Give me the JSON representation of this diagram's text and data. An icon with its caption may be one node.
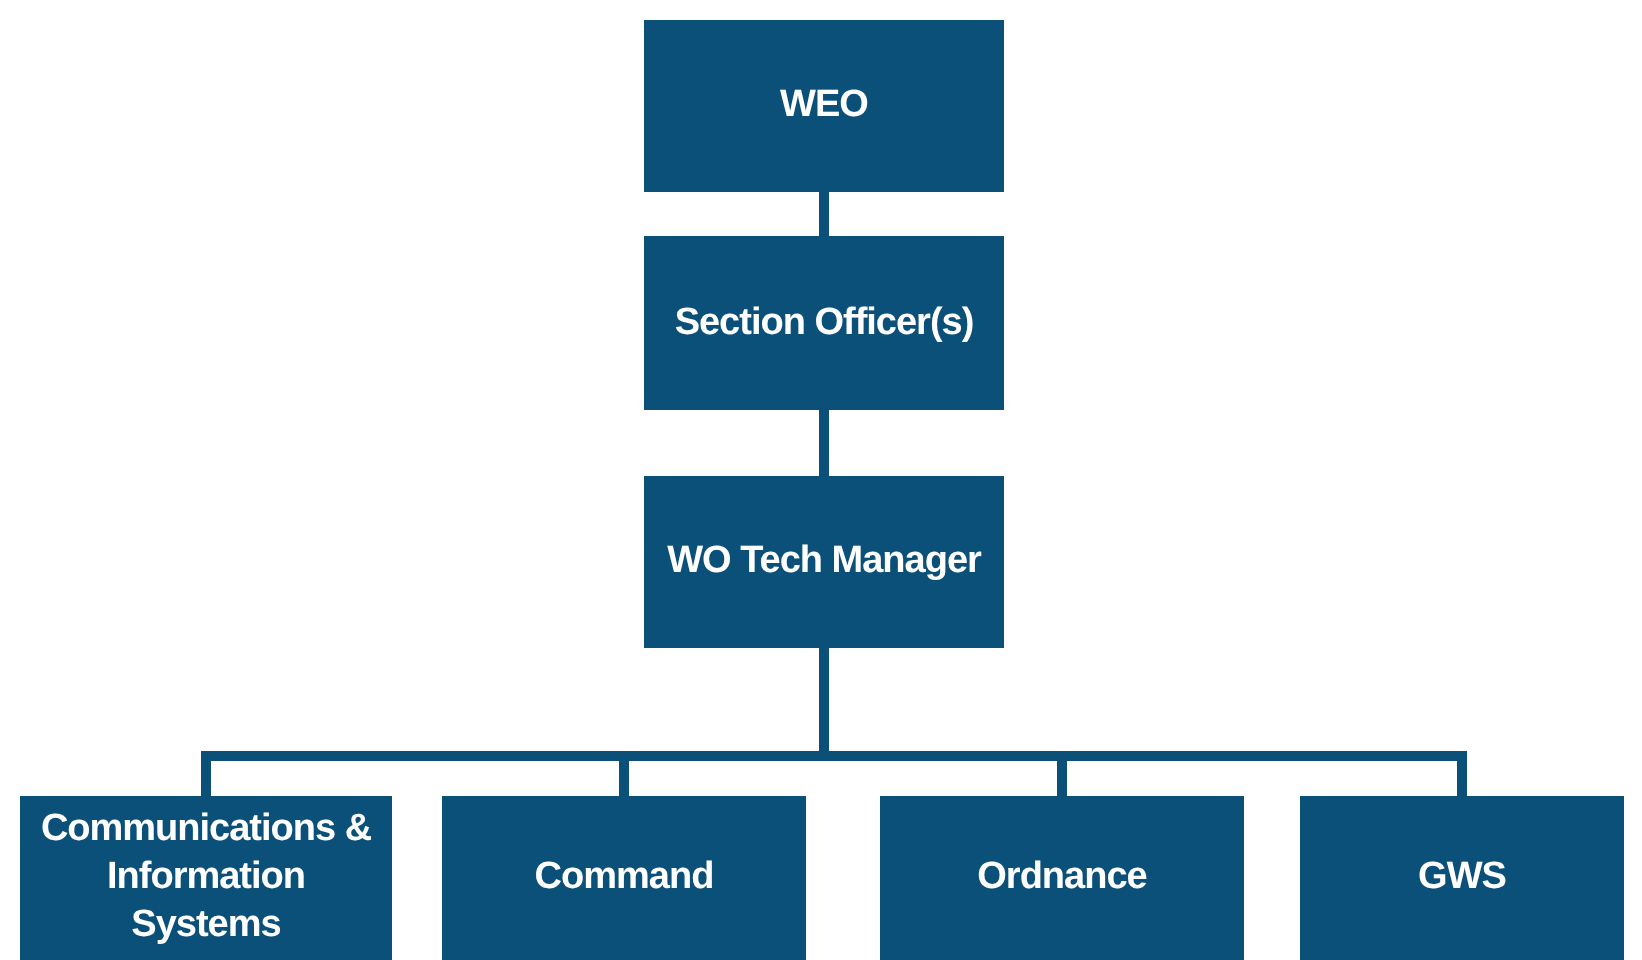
{
  "diagram": {
    "nodes": [
      {
        "text": [
          "WEO"
        ]
      },
      {
        "text": [
          "Section Officer(s)"
        ]
      },
      {
        "text": [
          "WO Tech Manager"
        ]
      },
      {
        "text": [
          "Communications & Information Systems"
        ]
      },
      {
        "text": [
          "Command"
        ]
      },
      {
        "text": [
          "Ordnance"
        ]
      },
      {
        "text": [
          "GWS"
        ]
      }
    ],
    "edges": [
      {
        "from": 0,
        "to": 1,
        "arrow": "none"
      },
      {
        "from": 1,
        "to": 2,
        "arrow": "none"
      },
      {
        "from": 2,
        "to": 3,
        "arrow": "none"
      },
      {
        "from": 2,
        "to": 4,
        "arrow": "none"
      },
      {
        "from": 2,
        "to": 5,
        "arrow": "none"
      },
      {
        "from": 2,
        "to": 6,
        "arrow": "none"
      }
    ]
  }
}
